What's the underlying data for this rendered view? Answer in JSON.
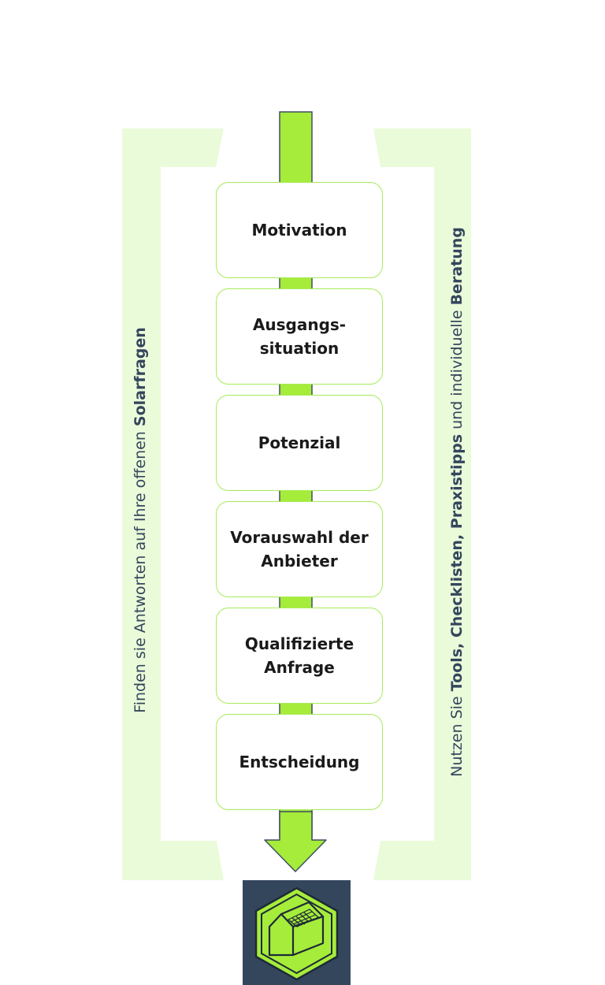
{
  "steps": [
    {
      "label": "Motivation"
    },
    {
      "label": "Ausgangs-\nsituation"
    },
    {
      "label": "Potenzial"
    },
    {
      "label": "Vorauswahl der\nAnbieter"
    },
    {
      "label": "Qualifizierte\nAnfrage"
    },
    {
      "label": "Entscheidung"
    }
  ],
  "left_caption": {
    "plain": "Finden sie Antworten auf Ihre offenen ",
    "bold": "Solarfragen"
  },
  "right_caption": {
    "part1": "Nutzen Sie ",
    "bold1": "Tools, Checklisten, Praxistipps",
    "part2": " und individuelle ",
    "bold2": "Beratung"
  },
  "colors": {
    "bracket_fill": "#eafbda",
    "arrow_green": "#a6ec3a",
    "arrow_outline": "#3d4f63",
    "box_border": "#a6ec5a",
    "text_dark": "#1a1a1a",
    "caption_color": "#34465c",
    "logo_bg": "#34465c",
    "logo_green": "#a6ec3a"
  },
  "logo": {
    "icon": "solar-house-hexagon-icon"
  }
}
